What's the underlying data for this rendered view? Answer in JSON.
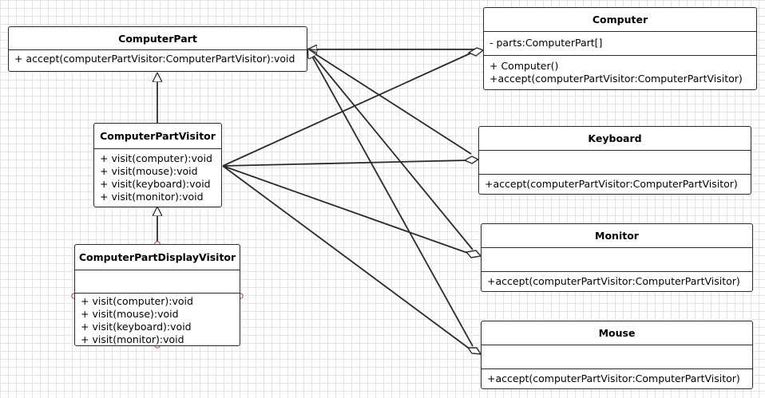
{
  "classes": {
    "computer_part": {
      "name": "ComputerPart",
      "operations": [
        "+ accept(computerPartVisitor:ComputerPartVisitor):void"
      ]
    },
    "computer_part_visitor": {
      "name": "ComputerPartVisitor",
      "operations": [
        "+ visit(computer):void",
        "+ visit(mouse):void",
        "+ visit(keyboard):void",
        "+ visit(monitor):void"
      ]
    },
    "computer_part_display_visitor": {
      "name": "ComputerPartDisplayVisitor",
      "attributes": [],
      "operations": [
        "+ visit(computer):void",
        "+ visit(mouse):void",
        "+ visit(keyboard):void",
        "+ visit(monitor):void"
      ]
    },
    "computer": {
      "name": "Computer",
      "attributes": [
        "- parts:ComputerPart[]"
      ],
      "operations": [
        "+ Computer()",
        "+accept(computerPartVisitor:ComputerPartVisitor)"
      ]
    },
    "keyboard": {
      "name": "Keyboard",
      "attributes": [],
      "operations": [
        "+accept(computerPartVisitor:ComputerPartVisitor)"
      ]
    },
    "monitor": {
      "name": "Monitor",
      "attributes": [],
      "operations": [
        "+accept(computerPartVisitor:ComputerPartVisitor)"
      ]
    },
    "mouse": {
      "name": "Mouse",
      "attributes": [],
      "operations": [
        "+accept(computerPartVisitor:ComputerPartVisitor)"
      ]
    }
  },
  "relationships": [
    {
      "type": "generalization",
      "from": "ComputerPartVisitor",
      "to": "ComputerPart"
    },
    {
      "type": "generalization",
      "from": "ComputerPartDisplayVisitor",
      "to": "ComputerPartVisitor"
    },
    {
      "type": "generalization",
      "from": "Computer",
      "to": "ComputerPart"
    },
    {
      "type": "generalization",
      "from": "Keyboard",
      "to": "ComputerPart"
    },
    {
      "type": "generalization",
      "from": "Monitor",
      "to": "ComputerPart"
    },
    {
      "type": "generalization",
      "from": "Mouse",
      "to": "ComputerPart"
    },
    {
      "type": "aggregation",
      "from": "ComputerPartVisitor",
      "to": "Computer"
    },
    {
      "type": "aggregation",
      "from": "ComputerPartVisitor",
      "to": "Keyboard"
    },
    {
      "type": "aggregation",
      "from": "ComputerPartVisitor",
      "to": "Monitor"
    },
    {
      "type": "aggregation",
      "from": "ComputerPartVisitor",
      "to": "Mouse"
    }
  ],
  "colors": {
    "line": "#2a2a2a",
    "grid": "#e4e4e4",
    "background": "#ffffff"
  }
}
